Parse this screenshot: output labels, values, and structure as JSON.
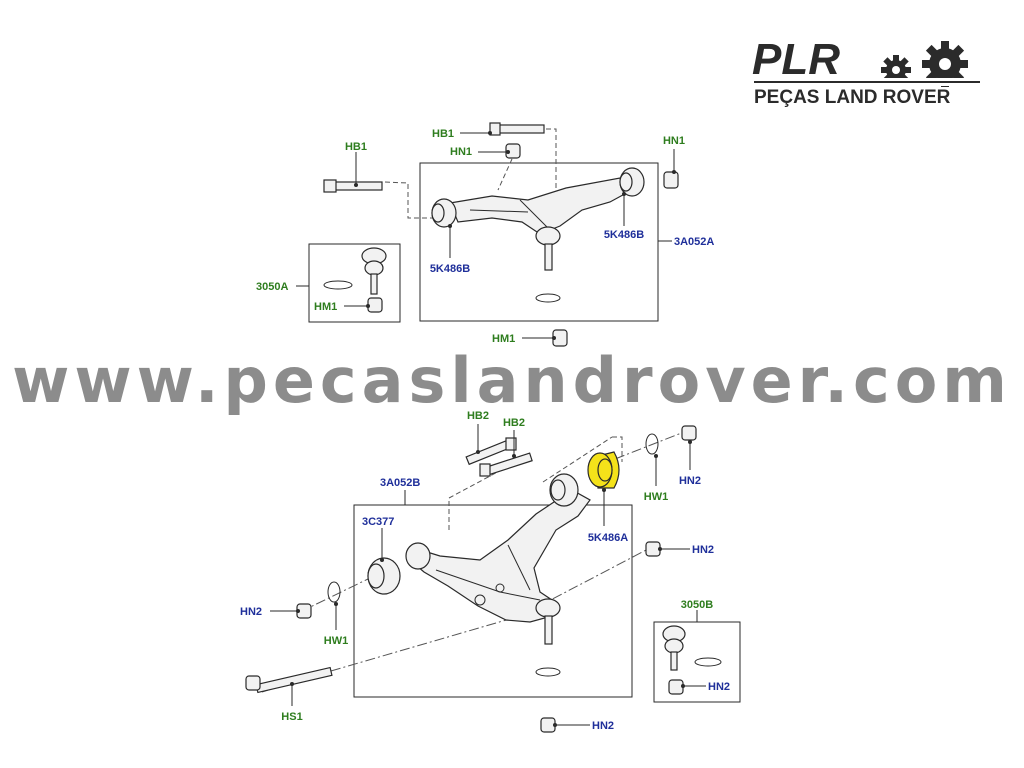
{
  "brand": {
    "short": "PLR",
    "tagline": "PEÇAS LAND ROVER",
    "gear_icon": "gear-icon"
  },
  "watermark": "www.pecaslandrover.com",
  "colors": {
    "green_label": "#2e7d1e",
    "blue_label": "#1f2f9a",
    "highlight": "#f4e21a"
  },
  "upper_assembly": {
    "labels": {
      "hb1_bolt_top": "HB1",
      "hn1_nut_top": "HN1",
      "hn1_nut_right": "HN1",
      "hb1_bolt_left": "HB1",
      "bushing_right": "5K486B",
      "arm": "3A052A",
      "bushing_left": "5K486B",
      "ball_joint_kit": "3050A",
      "hm1_nut_kit": "HM1",
      "hm1_nut_bottom": "HM1"
    }
  },
  "lower_assembly": {
    "labels": {
      "hb2_bolt_a": "HB2",
      "hb2_bolt_b": "HB2",
      "arm": "3A052B",
      "bushing_rear": "3C377",
      "bushing_front_highlight": "5K486A",
      "hn2_nut_top_right": "HN2",
      "hw1_washer_right": "HW1",
      "hn2_nut_mid_right": "HN2",
      "hn2_nut_left": "HN2",
      "hw1_washer_left": "HW1",
      "hs1_bolt": "HS1",
      "ball_joint_kit": "3050B",
      "hn2_nut_kit": "HN2",
      "hn2_nut_bottom": "HN2"
    }
  }
}
